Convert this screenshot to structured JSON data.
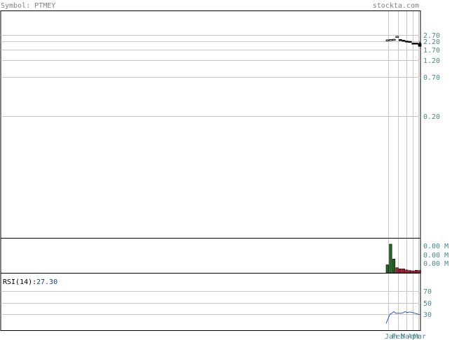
{
  "header": {
    "symbol_label": "Symbol: PTMEY",
    "site": "stockta.com"
  },
  "colors": {
    "grid": "#c8c8c8",
    "axis_text": "#4a8a8a",
    "up_volume": "#1f6b1f",
    "down_volume": "#c0102a",
    "rsi_line": "#3355bb",
    "frame": "#000000"
  },
  "chart_data": [
    {
      "type": "candlestick",
      "name": "price",
      "yscale": "log",
      "yticks": [
        2.7,
        2.2,
        1.7,
        1.2,
        0.7,
        0.2
      ],
      "ytick_labels": [
        "2.70",
        "2.20",
        "1.70",
        "1.20",
        "0.70",
        "0.20"
      ],
      "xtick_labels": [
        "Jan",
        "Feb",
        "Mar",
        "Apr",
        "Mar"
      ],
      "points": [
        {
          "open": 2.3,
          "high": 2.34,
          "low": 2.28,
          "close": 2.31
        },
        {
          "open": 2.31,
          "high": 2.36,
          "low": 2.29,
          "close": 2.33
        },
        {
          "open": 2.33,
          "high": 2.38,
          "low": 2.31,
          "close": 2.35
        },
        {
          "open": 2.55,
          "high": 2.62,
          "low": 2.5,
          "close": 2.58
        },
        {
          "open": 2.33,
          "high": 2.36,
          "low": 2.3,
          "close": 2.32
        },
        {
          "open": 2.28,
          "high": 2.3,
          "low": 2.24,
          "close": 2.26
        },
        {
          "open": 2.22,
          "high": 2.25,
          "low": 2.2,
          "close": 2.21
        },
        {
          "open": 2.2,
          "high": 2.22,
          "low": 2.16,
          "close": 2.18
        },
        {
          "open": 2.08,
          "high": 2.1,
          "low": 2.04,
          "close": 2.06
        },
        {
          "open": 2.08,
          "high": 2.1,
          "low": 2.04,
          "close": 2.06
        },
        {
          "open": 2.05,
          "high": 2.2,
          "low": 1.85,
          "close": 1.88
        }
      ]
    },
    {
      "type": "bar",
      "name": "volume",
      "ytick_labels": [
        "0.00 M",
        "0.00 M",
        "0.00 M"
      ],
      "values": [
        0.28,
        1.0,
        0.48,
        0.18,
        0.14,
        0.14,
        0.1,
        0.08,
        0.07,
        0.09,
        0.08
      ],
      "directions": [
        "up",
        "up",
        "up",
        "down",
        "down",
        "down",
        "down",
        "down",
        "down",
        "down",
        "down"
      ]
    },
    {
      "type": "line",
      "name": "RSI(14)",
      "label": "RSI(14):",
      "value_text": "27.30",
      "yticks": [
        70,
        50,
        30
      ],
      "ytick_labels": [
        "70",
        "50",
        "30"
      ],
      "ylim": [
        0,
        100
      ],
      "values": [
        12,
        20,
        28,
        30,
        33,
        30,
        30,
        30,
        30,
        31,
        33,
        31,
        32,
        32,
        31,
        30,
        29,
        28,
        27.3
      ]
    }
  ]
}
